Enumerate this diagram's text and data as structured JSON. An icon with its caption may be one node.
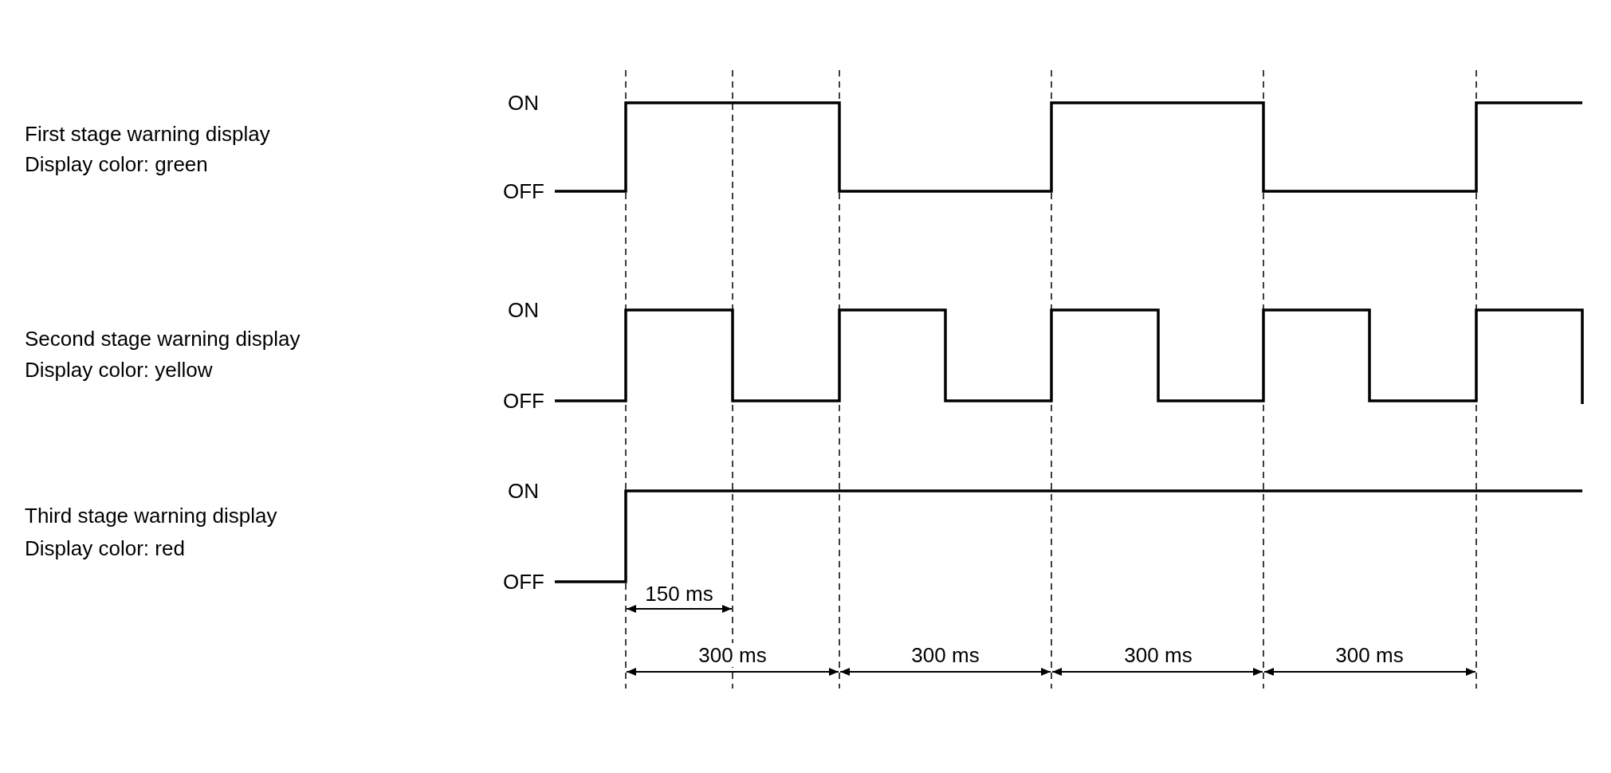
{
  "diagram": {
    "labels": [
      "First stage warning display",
      "Display color: green",
      "ON",
      "OFF",
      "Second stage warning display",
      "Display color: yellow",
      "ON",
      "OFF",
      "Third stage warning display",
      "Display color: red",
      "ON",
      "OFF",
      "150 ms",
      "300 ms",
      "300 ms",
      "300 ms",
      "300 ms"
    ]
  }
}
